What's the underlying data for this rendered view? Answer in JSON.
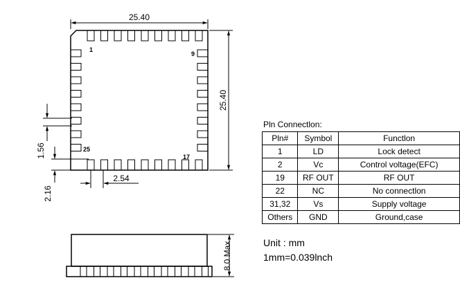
{
  "drawing": {
    "width_label": "25.40",
    "height_label": "25.40",
    "pitch_label": "2.54",
    "pad_label": "1.56",
    "offset_label": "2.16",
    "max_height_label": "8.0 Max",
    "pin_labels": {
      "p1": "1",
      "p9": "9",
      "p17": "17",
      "p25": "25"
    }
  },
  "pin_table": {
    "caption": "Pln Connectlon:",
    "headers": [
      "Pln#",
      "Symbol",
      "Functlon"
    ],
    "rows": [
      [
        "1",
        "LD",
        "Lock detect"
      ],
      [
        "2",
        "Vc",
        "Control voltage(EFC)"
      ],
      [
        "19",
        "RF OUT",
        "RF OUT"
      ],
      [
        "22",
        "NC",
        "No connectlon"
      ],
      [
        "31,32",
        "Vs",
        "Supply voltage"
      ],
      [
        "Others",
        "GND",
        "Ground,case"
      ]
    ]
  },
  "units": {
    "unit_line": "Unit : mm",
    "conversion_line": "1mm=0.039lnch"
  }
}
